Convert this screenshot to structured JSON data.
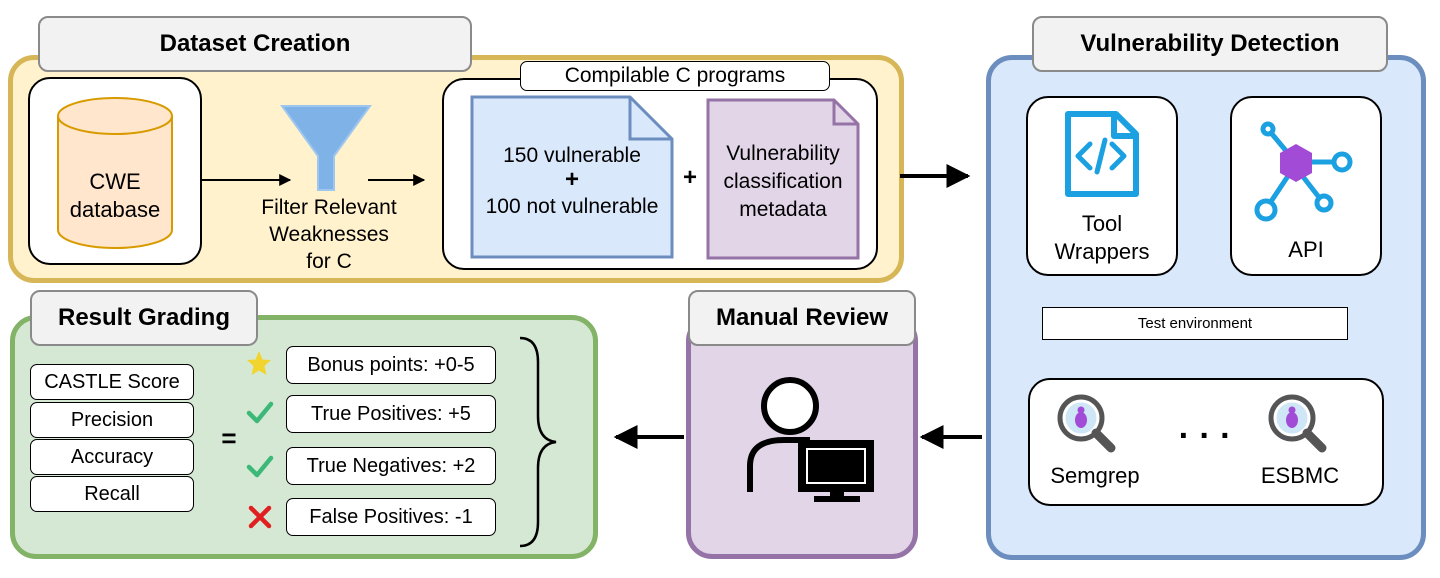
{
  "dataset": {
    "title": "Dataset Creation",
    "cwe_label": "CWE\ndatabase",
    "filter_label": "Filter Relevant\nWeaknesses\nfor C",
    "programs_title": "Compilable C programs",
    "doc1_line1": "150 vulnerable",
    "doc1_plus": "+",
    "doc1_line2": "100 not vulnerable",
    "plus": "+",
    "doc2_label": "Vulnerability\nclassification\nmetadata"
  },
  "detection": {
    "title": "Vulnerability Detection",
    "tool_wrappers": "Tool\nWrappers",
    "api": "API",
    "test_env": "Test environment",
    "tool1": "Semgrep",
    "ellipsis": "· · ·",
    "tool2": "ESBMC"
  },
  "review": {
    "title": "Manual Review"
  },
  "grading": {
    "title": "Result Grading",
    "metrics": [
      "CASTLE Score",
      "Precision",
      "Accuracy",
      "Recall"
    ],
    "equals": "=",
    "scores": [
      {
        "label": "Bonus points: +0-5",
        "icon": "star-icon"
      },
      {
        "label": "True Positives: +5",
        "icon": "check-icon"
      },
      {
        "label": "True Negatives: +2",
        "icon": "check-icon"
      },
      {
        "label": "False Positives: -1",
        "icon": "cross-icon"
      }
    ]
  },
  "colors": {
    "dataset_fill": "#fff2cc",
    "dataset_border": "#d6b656",
    "detection_fill": "#dae8fc",
    "detection_border": "#6c8ebf",
    "review_fill": "#e1d5e7",
    "review_border": "#9673a6",
    "grading_fill": "#d5e8d4",
    "grading_border": "#82b366",
    "cylinder_fill": "#ffe6cc",
    "cylinder_border": "#d79b00",
    "funnel": "#7fb3e8",
    "star": "#f2d42e",
    "check": "#3cb878",
    "cross": "#e02020",
    "icon_blue": "#1ba1e2",
    "hex_purple": "#a24bd6"
  }
}
